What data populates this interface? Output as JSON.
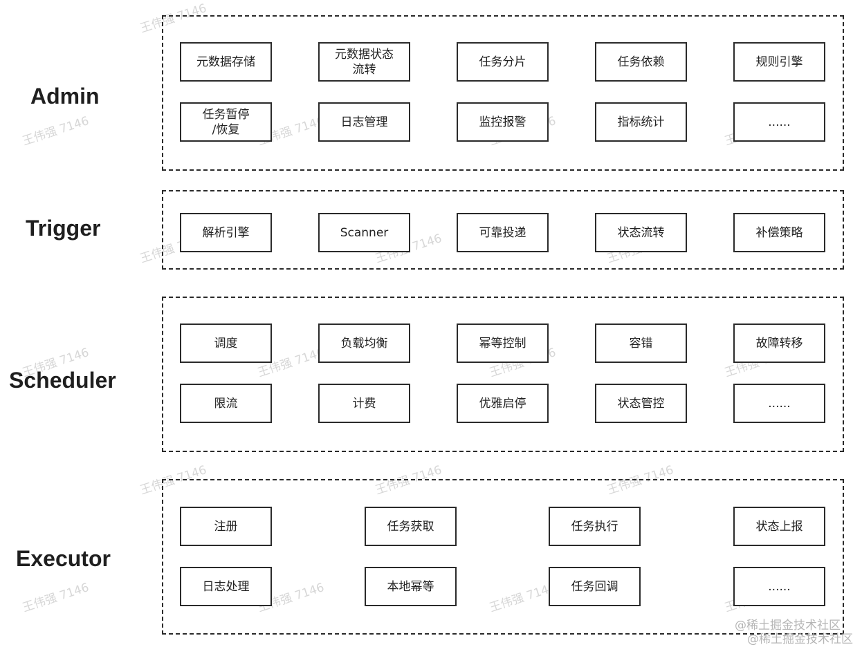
{
  "layers": {
    "admin": {
      "label": "Admin",
      "items": [
        "元数据存储",
        "元数据状态\n流转",
        "任务分片",
        "任务依赖",
        "规则引擎",
        "任务暂停\n/恢复",
        "日志管理",
        "监控报警",
        "指标统计",
        "......"
      ]
    },
    "trigger": {
      "label": "Trigger",
      "items": [
        "解析引擎",
        "Scanner",
        "可靠投递",
        "状态流转",
        "补偿策略"
      ]
    },
    "scheduler": {
      "label": "Scheduler",
      "items": [
        "调度",
        "负载均衡",
        "幂等控制",
        "容错",
        "故障转移",
        "限流",
        "计费",
        "优雅启停",
        "状态管控",
        "......"
      ]
    },
    "executor": {
      "label": "Executor",
      "items": [
        "注册",
        "任务获取",
        "任务执行",
        "状态上报",
        "日志处理",
        "本地幂等",
        "任务回调",
        "......"
      ]
    }
  },
  "watermark": "王伟强 7146",
  "footer": {
    "line1": "@稀土掘金技术社区",
    "line2": "@稀土掘金技术社区"
  }
}
